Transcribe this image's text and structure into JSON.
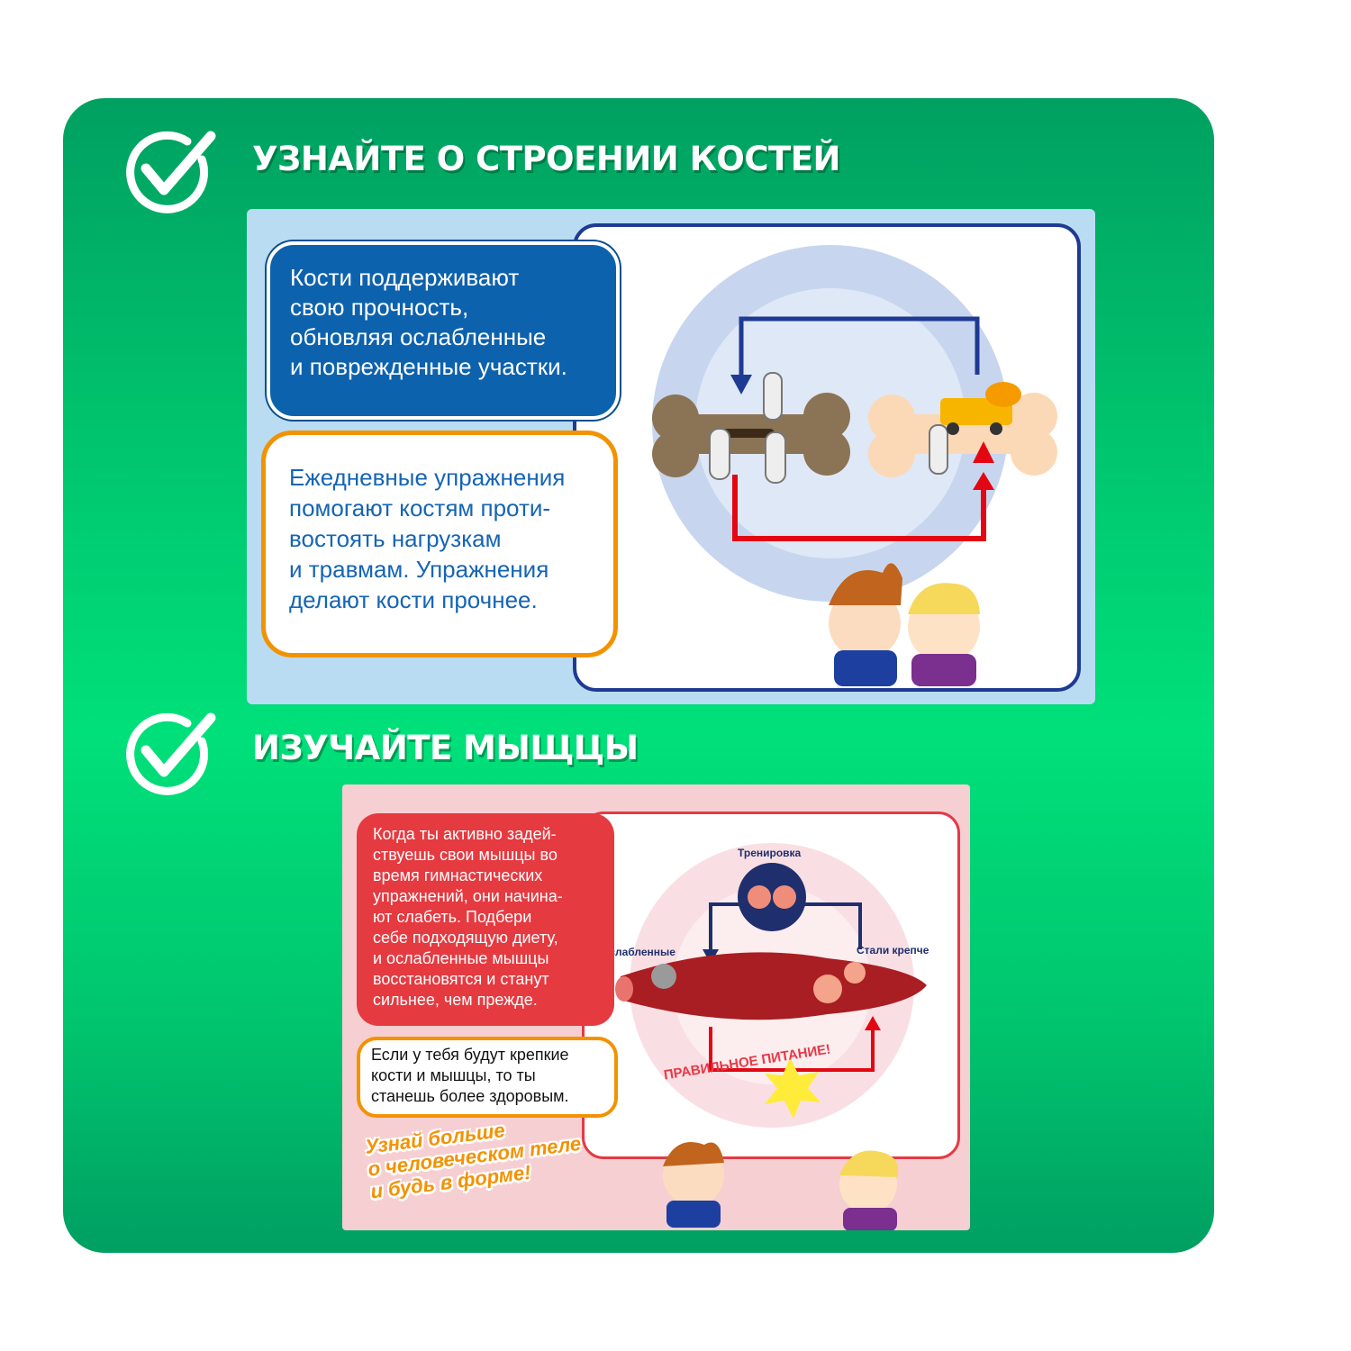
{
  "sections": {
    "bones": {
      "title": "УЗНАЙТЕ О СТРОЕНИИ КОСТЕЙ",
      "blue_text": "Кости поддерживают\nсвою прочность,\nобновляя ослабленные\nи поврежденные участки.",
      "orange_text": "Ежедневные упражнения\nпомогают костям проти-\nвостоять нагрузкам\nи травмам. Упражнения\nделают кости прочнее."
    },
    "muscles": {
      "title": "ИЗУЧАЙТЕ МЫЩЦЫ",
      "red_text": "Когда ты активно задей-\nствуешь свои мышцы во\nвремя гимнастических\nупражнений, они начина-\nют слабеть. Подбери\nсебе подходящую диету,\nи ослабленные мышцы\nвосстановятся и станут\nсильнее, чем прежде.",
      "white_text": "Если у тебя будут крепкие\nкости и мышцы, то ты\nстанешь более здоровым.",
      "cycle_labels": {
        "top": "Тренировка",
        "left": "Ослабленные",
        "right": "Стали крепче"
      },
      "food_label": "ПРАВИЛЬНОЕ ПИТАНИЕ!",
      "slogan": "Узнай больше\nо человеческом теле\nи будь в форме!"
    }
  },
  "colors": {
    "green_dark": "#00a061",
    "green_light": "#00e07a",
    "blue_box": "#0d62ad",
    "orange_border": "#f39200",
    "red_box": "#e53a40",
    "navy_arrow": "#1f3a93",
    "red_arrow": "#e30613"
  }
}
